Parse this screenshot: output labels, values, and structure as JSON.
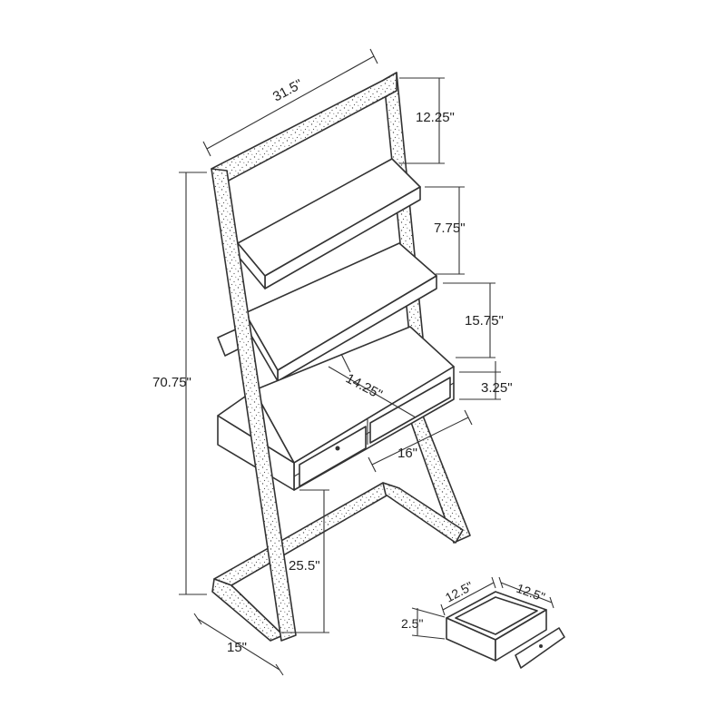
{
  "diagram": {
    "kind": "ladder-desk-dimension-drawing",
    "colors": {
      "line": "#333333",
      "background": "#ffffff",
      "speckle": "#555555"
    },
    "dimensions": {
      "overall_width": "31.5\"",
      "overall_height": "70.75\"",
      "depth": "15\"",
      "top_shelf_spacing": "12.25\"",
      "upper_shelf_spacing": "7.75\"",
      "desk_clearance_above": "15.75\"",
      "desk_top_thickness": "3.25\"",
      "desk_top_depth": "14.25\"",
      "desk_top_width": "16\"",
      "desk_height": "25.5\"",
      "drawer_width": "12.5\"",
      "drawer_depth": "12.5\"",
      "drawer_height": "2.5\""
    }
  }
}
